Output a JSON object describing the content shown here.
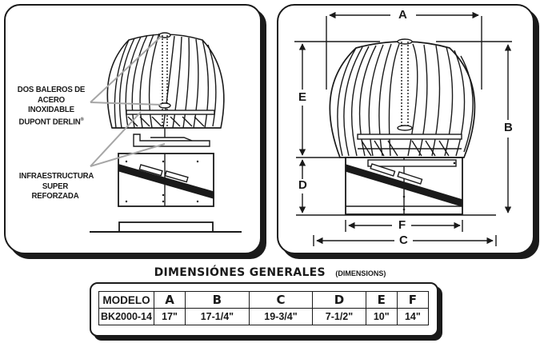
{
  "left_panel": {
    "callouts": [
      {
        "lines": [
          "DOS BALEROS DE",
          "ACERO INOXIDABLE",
          "DUPONT DERLIN"
        ],
        "superscript": "®"
      },
      {
        "lines": [
          "INFRAESTRUCTURA",
          "SUPER REFORZADA"
        ]
      }
    ]
  },
  "right_panel": {
    "dimension_labels": {
      "A": "A",
      "B": "B",
      "C": "C",
      "D": "D",
      "E": "E",
      "F": "F"
    }
  },
  "dimensions": {
    "title": "DIMENSIÓNES GENERALES",
    "subtitle": "(DIMENSIONS)",
    "table": {
      "headers": [
        "MODELO",
        "A",
        "B",
        "C",
        "D",
        "E",
        "F"
      ],
      "rows": [
        [
          "BK2000-14",
          "17\"",
          "17-1/4\"",
          "19-3/4\"",
          "7-1/2\"",
          "10\"",
          "14\""
        ]
      ]
    }
  },
  "colors": {
    "ink": "#1a1a1a",
    "leader": "#a6a6a6",
    "background": "#ffffff"
  }
}
